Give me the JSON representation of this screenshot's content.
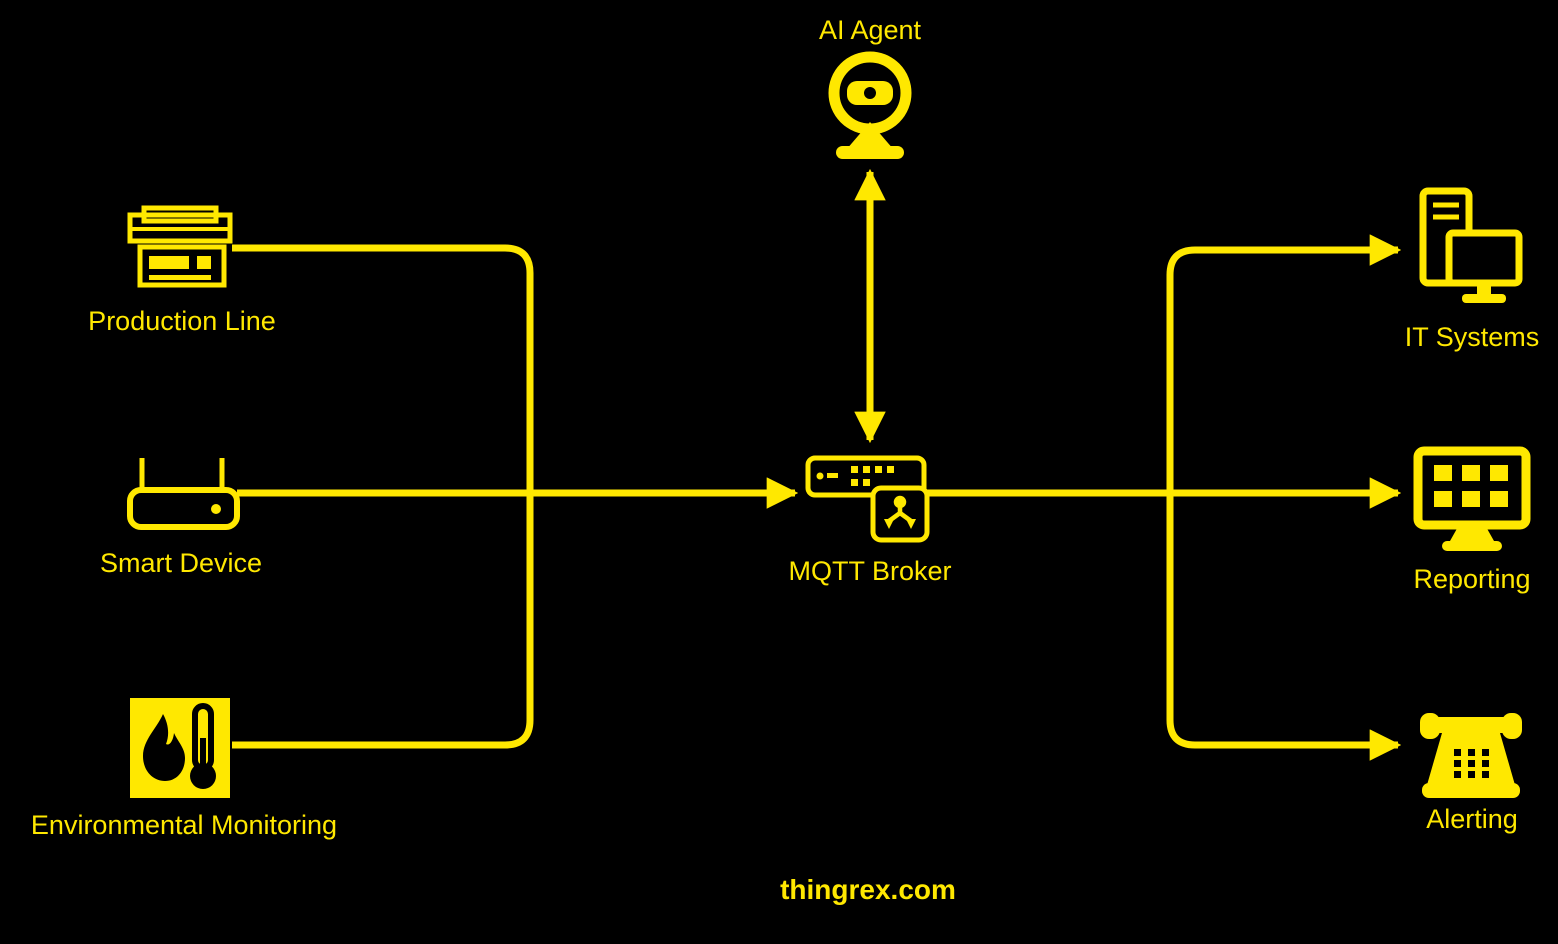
{
  "diagram": {
    "accent_color": "#FFE800",
    "background_color": "#000000",
    "nodes": {
      "ai_agent": {
        "label": "AI Agent",
        "icon": "webcam-icon"
      },
      "production_line": {
        "label": "Production Line",
        "icon": "industrial-machine-icon"
      },
      "smart_device": {
        "label": "Smart Device",
        "icon": "router-icon"
      },
      "environmental_monitoring": {
        "label": "Environmental Monitoring",
        "icon": "fire-thermometer-icon"
      },
      "mqtt_broker": {
        "label": "MQTT Broker",
        "icon": "network-switch-icon"
      },
      "it_systems": {
        "label": "IT Systems",
        "icon": "desktop-computer-icon"
      },
      "reporting": {
        "label": "Reporting",
        "icon": "dashboard-monitor-icon"
      },
      "alerting": {
        "label": "Alerting",
        "icon": "telephone-icon"
      }
    },
    "edges": [
      {
        "from": "production_line",
        "to": "mqtt_broker",
        "style": "arrow-at-broker"
      },
      {
        "from": "smart_device",
        "to": "mqtt_broker",
        "style": "arrow-at-broker"
      },
      {
        "from": "environmental_monitoring",
        "to": "mqtt_broker",
        "style": "arrow-at-broker"
      },
      {
        "from": "ai_agent",
        "to": "mqtt_broker",
        "style": "bidirectional"
      },
      {
        "from": "mqtt_broker",
        "to": "it_systems",
        "style": "arrow-at-end"
      },
      {
        "from": "mqtt_broker",
        "to": "reporting",
        "style": "arrow-at-end"
      },
      {
        "from": "mqtt_broker",
        "to": "alerting",
        "style": "arrow-at-end"
      }
    ],
    "footer": {
      "text": "thingrex.com"
    }
  }
}
